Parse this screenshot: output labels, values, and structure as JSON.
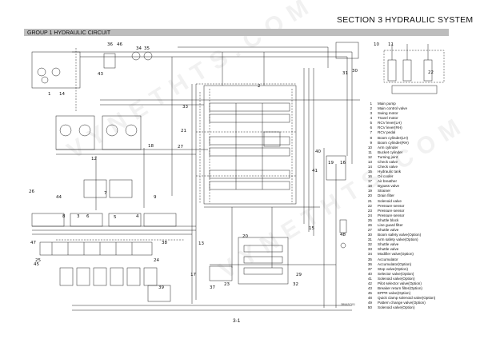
{
  "header": {
    "section_title": "SECTION 3 HYDRAULIC SYSTEM",
    "group_title": "GROUP 1 HYDRAULIC CIRCUIT"
  },
  "diagram_labels": [
    "36",
    "46",
    "34",
    "35",
    "43",
    "1",
    "14",
    "33",
    "2",
    "12",
    "30",
    "22",
    "18",
    "40",
    "19",
    "7",
    "9",
    "17",
    "6",
    "13",
    "44",
    "26",
    "25",
    "8",
    "24",
    "23",
    "15",
    "27",
    "20",
    "32",
    "37",
    "38",
    "10",
    "11",
    "5",
    "3",
    "4",
    "31",
    "48",
    "21",
    "45",
    "39",
    "29",
    "47",
    "41",
    "16"
  ],
  "legend": [
    {
      "num": "1",
      "text": "Main pump"
    },
    {
      "num": "2",
      "text": "Main control valve"
    },
    {
      "num": "3",
      "text": "Swing motor"
    },
    {
      "num": "4",
      "text": "Travel motor"
    },
    {
      "num": "5",
      "text": "RCV lever(LH)"
    },
    {
      "num": "6",
      "text": "RCV lever(RH)"
    },
    {
      "num": "7",
      "text": "RCV pedal"
    },
    {
      "num": "8",
      "text": "Boom cylinder(LH)"
    },
    {
      "num": "9",
      "text": "Boom cylinder(RH)"
    },
    {
      "num": "10",
      "text": "Arm cylinder"
    },
    {
      "num": "11",
      "text": "Bucket cylinder"
    },
    {
      "num": "12",
      "text": "Turning joint"
    },
    {
      "num": "13",
      "text": "Check valve"
    },
    {
      "num": "14",
      "text": "Check valve"
    },
    {
      "num": "15",
      "text": "Hydraulic tank"
    },
    {
      "num": "16",
      "text": "Oil cooler"
    },
    {
      "num": "17",
      "text": "Air breather"
    },
    {
      "num": "18",
      "text": "Bypass valve"
    },
    {
      "num": "19",
      "text": "Strainer"
    },
    {
      "num": "20",
      "text": "Drain filter"
    },
    {
      "num": "21",
      "text": "Solenoid valve"
    },
    {
      "num": "22",
      "text": "Pressure sensor"
    },
    {
      "num": "23",
      "text": "Pressure sensor"
    },
    {
      "num": "24",
      "text": "Pressure sensor"
    },
    {
      "num": "25",
      "text": "Shuttle block"
    },
    {
      "num": "26",
      "text": "Line guard filter"
    },
    {
      "num": "27",
      "text": "Shuttle valve"
    },
    {
      "num": "30",
      "text": "Boom safety valve(Option)"
    },
    {
      "num": "31",
      "text": "Arm safety valve(Option)"
    },
    {
      "num": "32",
      "text": "Shuttle valve"
    },
    {
      "num": "33",
      "text": "Shuttle valve"
    },
    {
      "num": "34",
      "text": "Modifier valve(Option)"
    },
    {
      "num": "35",
      "text": "Accumulator"
    },
    {
      "num": "36",
      "text": "Accumulator(Option)"
    },
    {
      "num": "37",
      "text": "Stop valve(Option)"
    },
    {
      "num": "40",
      "text": "Selector valve(Option)"
    },
    {
      "num": "41",
      "text": "Solenoid valve(Option)"
    },
    {
      "num": "42",
      "text": "Pilot selector valve(Option)"
    },
    {
      "num": "43",
      "text": "Breaker return filter(Option)"
    },
    {
      "num": "45",
      "text": "EPPR valve(Option)"
    },
    {
      "num": "48",
      "text": "Quick clamp solenoid valve(Option)"
    },
    {
      "num": "49",
      "text": "Pattern change valve(Option)"
    },
    {
      "num": "50",
      "text": "Solenoid valve(Option)"
    }
  ],
  "drawing_code": "3B9A3CI01",
  "page_number": "3-1",
  "watermark": "VYNETHTS.COM"
}
